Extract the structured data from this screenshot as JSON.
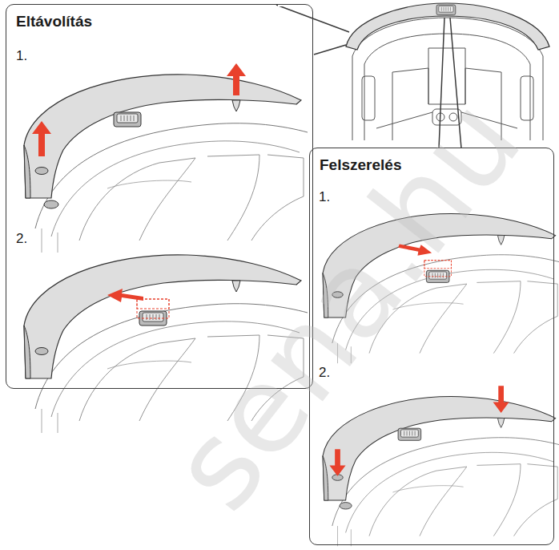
{
  "diagram": {
    "nodes": [
      {
        "text": [
          "Eltávolítás"
        ]
      },
      {
        "text": [
          "Felszerelés"
        ]
      }
    ],
    "labels": [
      "1.",
      "2.",
      "1.",
      "2.",
      "sena.hu"
    ]
  }
}
